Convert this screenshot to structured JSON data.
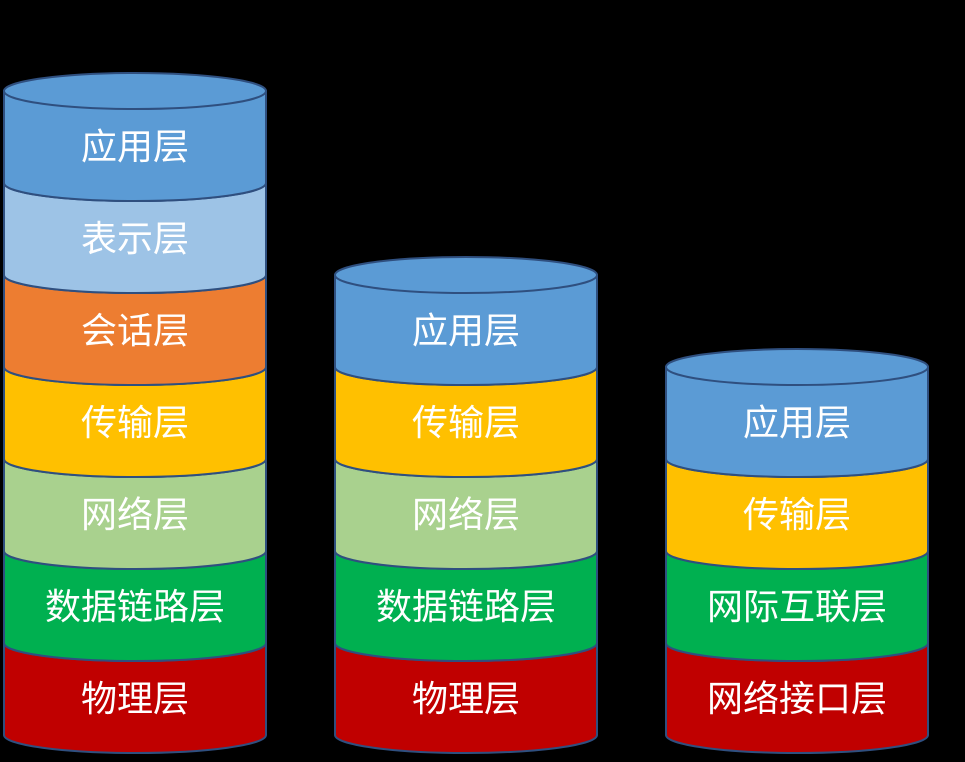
{
  "colors": {
    "background": "#000000",
    "outline": "#2f4f7f",
    "text": "#ffffff"
  },
  "stacks": [
    {
      "id": "osi",
      "layers": [
        {
          "label": "应用层",
          "color": "#5b9bd5",
          "top_color": "#5b9bd5"
        },
        {
          "label": "表示层",
          "color": "#9dc3e6",
          "top_color": "#bdd7ee"
        },
        {
          "label": "会话层",
          "color": "#ed7d31",
          "top_color": "#f4b183"
        },
        {
          "label": "传输层",
          "color": "#ffc000",
          "top_color": "#ffd966"
        },
        {
          "label": "网络层",
          "color": "#a9d18e",
          "top_color": "#c5e0b4"
        },
        {
          "label": "数据链路层",
          "color": "#00b050",
          "top_color": "#00b050"
        },
        {
          "label": "物理层",
          "color": "#c00000",
          "top_color": "#c00000"
        }
      ]
    },
    {
      "id": "five-layer",
      "layers": [
        {
          "label": "应用层",
          "color": "#5b9bd5",
          "top_color": "#5b9bd5"
        },
        {
          "label": "传输层",
          "color": "#ffc000",
          "top_color": "#ffd966"
        },
        {
          "label": "网络层",
          "color": "#a9d18e",
          "top_color": "#c5e0b4"
        },
        {
          "label": "数据链路层",
          "color": "#00b050",
          "top_color": "#00b050"
        },
        {
          "label": "物理层",
          "color": "#c00000",
          "top_color": "#c00000"
        }
      ]
    },
    {
      "id": "tcp-ip",
      "layers": [
        {
          "label": "应用层",
          "color": "#5b9bd5",
          "top_color": "#5b9bd5"
        },
        {
          "label": "传输层",
          "color": "#ffc000",
          "top_color": "#ffd966"
        },
        {
          "label": "网际互联层",
          "color": "#00b050",
          "top_color": "#00b050"
        },
        {
          "label": "网络接口层",
          "color": "#c00000",
          "top_color": "#c00000"
        }
      ]
    }
  ]
}
